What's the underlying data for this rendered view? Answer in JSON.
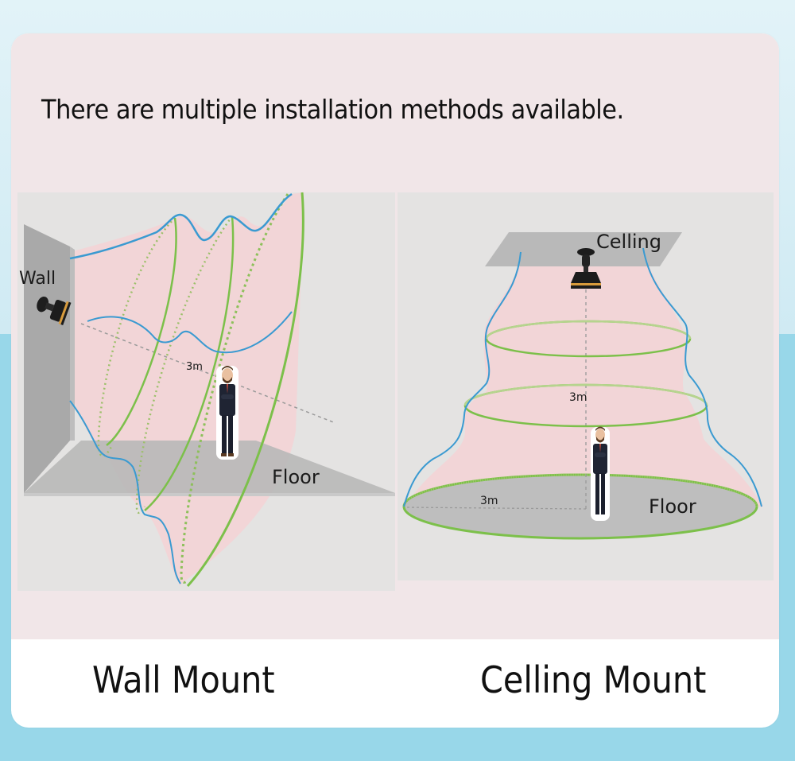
{
  "headline": "There are multiple installation methods available.",
  "wall_diagram": {
    "wall_label": "Wall",
    "floor_label": "Floor",
    "distance_label": "3m",
    "device_icon": "pir-sensor-icon",
    "person_icon": "person-icon"
  },
  "ceiling_diagram": {
    "ceiling_label": "Celling",
    "floor_label": "Floor",
    "height_label": "3m",
    "radius_label": "3m",
    "device_icon": "pir-sensor-icon",
    "person_icon": "person-icon"
  },
  "captions": {
    "wall_mount": "Wall Mount",
    "ceiling_mount": "Celling Mount"
  },
  "colors": {
    "detection_blue": "#3a9ad1",
    "zone_green": "#7cc04a",
    "zone_pink": "#f6d3d6",
    "surface_gray": "#b9b9b9",
    "backdrop_blue": "#98d7e9"
  }
}
